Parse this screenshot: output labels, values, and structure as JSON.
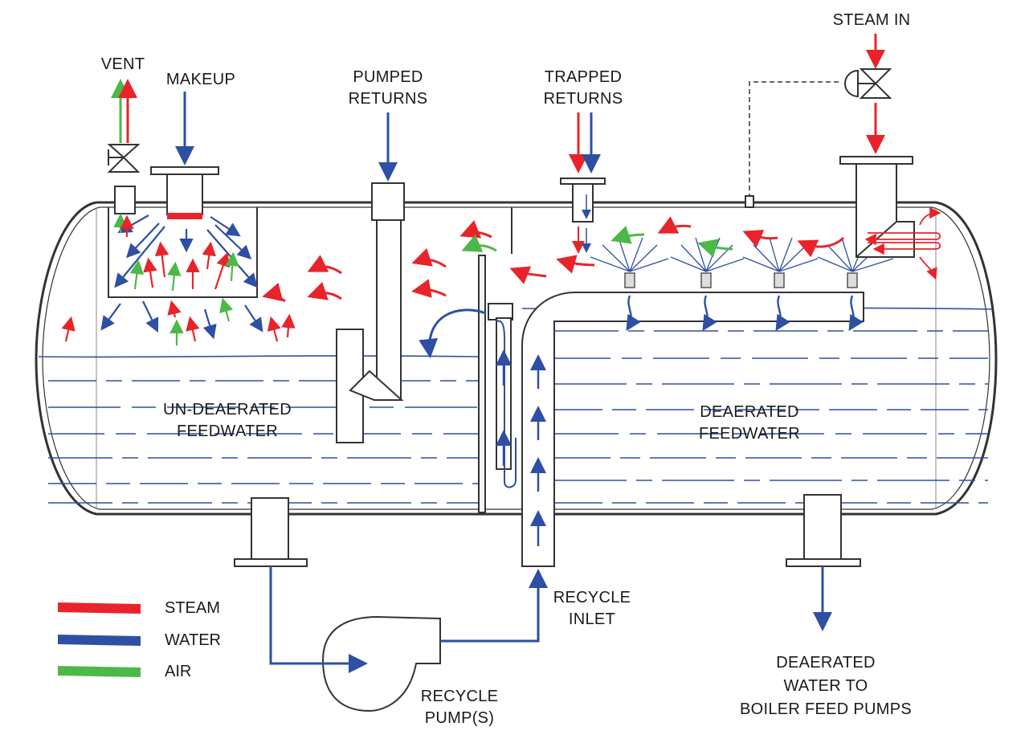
{
  "labels": {
    "vent": "VENT",
    "makeup": "MAKEUP",
    "pumped_returns": [
      "PUMPED",
      "RETURNS"
    ],
    "trapped_returns": [
      "TRAPPED",
      "RETURNS"
    ],
    "steam_in": "STEAM IN",
    "undeaerated": [
      "UN-DEAERATED",
      "FEEDWATER"
    ],
    "deaerated": [
      "DEAERATED",
      "FEEDWATER"
    ],
    "recycle_inlet": [
      "RECYCLE",
      "INLET"
    ],
    "recycle_pump": [
      "RECYCLE",
      "PUMP(S)"
    ],
    "deaerated_water": [
      "DEAERATED",
      "WATER TO",
      "BOILER FEED PUMPS"
    ]
  },
  "legend": [
    {
      "label": "STEAM",
      "color": "#e8242a"
    },
    {
      "label": "WATER",
      "color": "#2e4fa3"
    },
    {
      "label": "AIR",
      "color": "#4cb848"
    }
  ],
  "colors": {
    "steam": "#e8242a",
    "water": "#2e4fa3",
    "air": "#4cb848",
    "line": "#333333",
    "level": "#2e4fa3"
  }
}
